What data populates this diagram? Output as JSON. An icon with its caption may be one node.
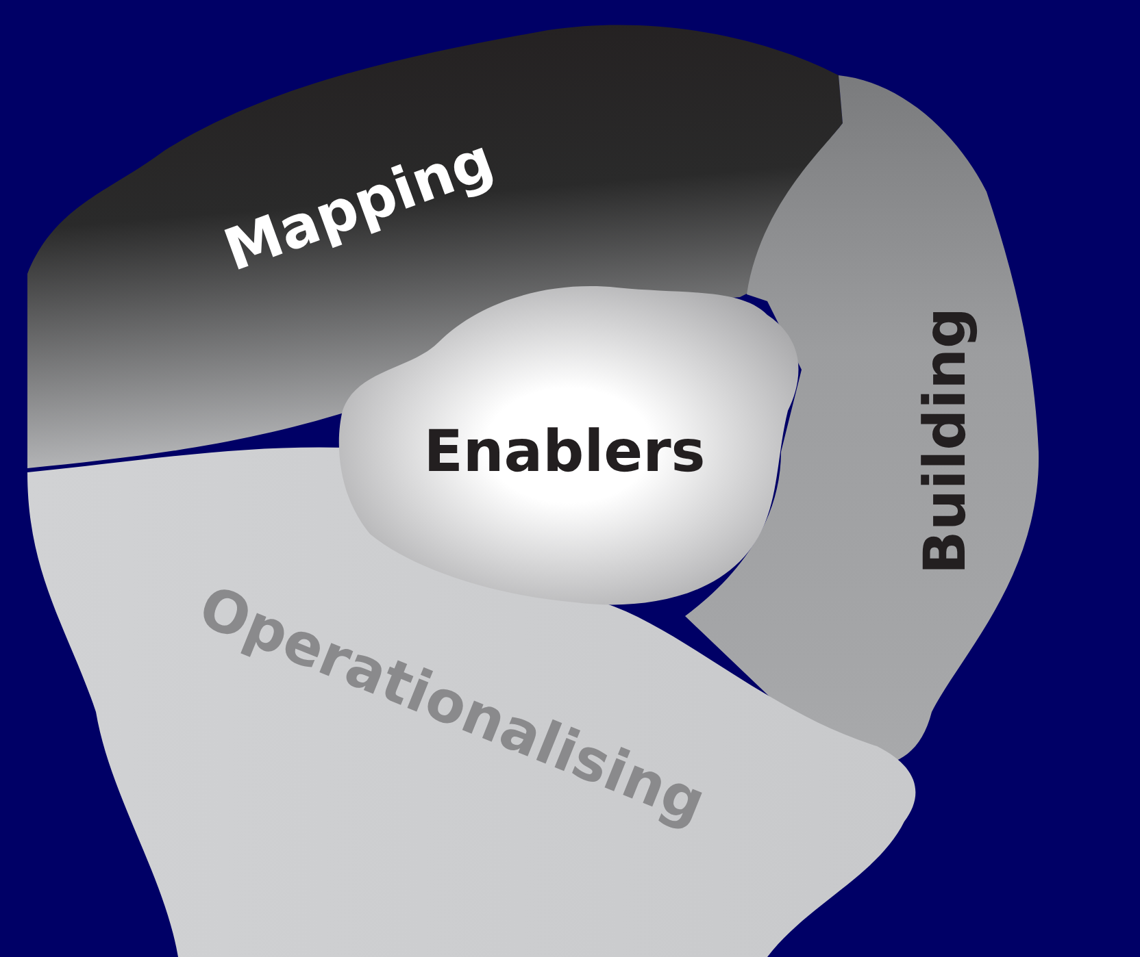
{
  "diagram": {
    "nodes": [
      {
        "text": [
          "Mapping"
        ]
      },
      {
        "text": [
          "Enablers"
        ]
      },
      {
        "text": [
          "Building"
        ]
      },
      {
        "text": [
          "Operationalising"
        ]
      }
    ]
  }
}
